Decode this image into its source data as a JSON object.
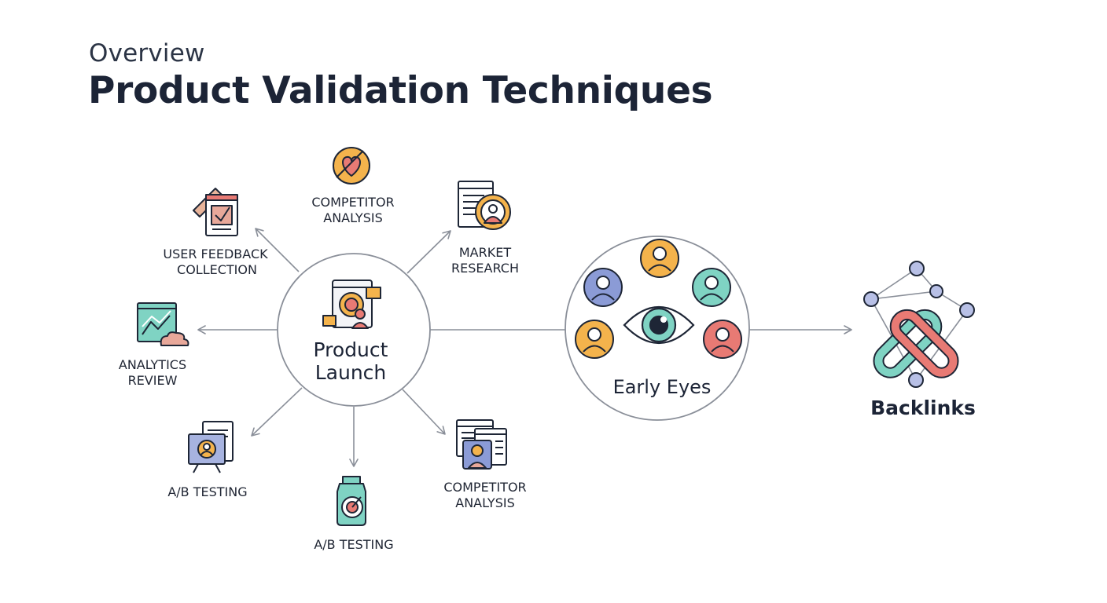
{
  "header": {
    "eyebrow": "Overview",
    "title": "Product Validation Techniques"
  },
  "hub": {
    "line1": "Product",
    "line2": "Launch",
    "icon": "product-launch-icon"
  },
  "spokes": [
    {
      "id": "top",
      "line1": "COMPETITOR",
      "line2": "ANALYSIS",
      "icon": "heart-badge-icon"
    },
    {
      "id": "upper-left",
      "line1": "USER FEEDBACK",
      "line2": "COLLECTION",
      "icon": "feedback-form-icon"
    },
    {
      "id": "upper-right",
      "line1": "MARKET",
      "line2": "RESEARCH",
      "icon": "market-research-icon"
    },
    {
      "id": "left",
      "line1": "ANALYTICS",
      "line2": "REVIEW",
      "icon": "analytics-chart-icon"
    },
    {
      "id": "lower-left",
      "line1": "A/B TESTING",
      "line2": "",
      "icon": "ab-testing-board-icon"
    },
    {
      "id": "bottom",
      "line1": "A/B TESTING",
      "line2": "",
      "icon": "target-jar-icon"
    },
    {
      "id": "lower-right",
      "line1": "COMPETITOR",
      "line2": "ANALYSIS",
      "icon": "competitor-window-icon"
    }
  ],
  "early_eyes": {
    "label": "Early Eyes",
    "icon": "eye-icon"
  },
  "backlinks": {
    "label": "Backlinks",
    "icon": "chain-link-network-icon"
  },
  "colors": {
    "ink": "#1e2636",
    "orange": "#f4b34c",
    "teal": "#7fd3c3",
    "salmon": "#e87a74",
    "lavender": "#8b9bd6",
    "arrow": "#8a8f99"
  }
}
